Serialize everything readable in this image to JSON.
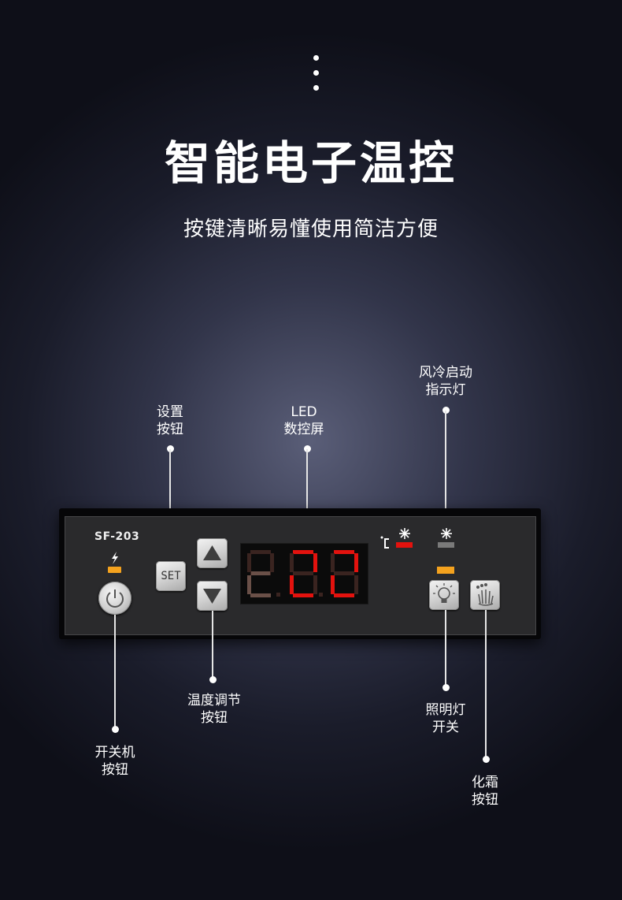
{
  "header": {
    "title": "智能电子温控",
    "subtitle": "按键清晰易懂使用简洁方便"
  },
  "panel": {
    "model": "SF-203",
    "set_label": "SET",
    "display_digits": [
      "",
      "",
      ""
    ],
    "unit": "℃",
    "power_led_color": "#f4a21e",
    "light_led_color": "#f4a21e",
    "display_color": "#e3120e"
  },
  "callouts": {
    "set": [
      "设置",
      "按钮"
    ],
    "led": [
      "LED",
      "数控屏"
    ],
    "fan": [
      "风冷启动",
      "指示灯"
    ],
    "temp": [
      "温度调节",
      "按钮"
    ],
    "power": [
      "开关机",
      "按钮"
    ],
    "light": [
      "照明灯",
      "开关"
    ],
    "defrost": [
      "化霜",
      "按钮"
    ]
  },
  "icons": {
    "power": "power-icon",
    "up": "arrow-up-icon",
    "down": "arrow-down-icon",
    "light": "lightbulb-icon",
    "defrost": "defrost-hand-icon",
    "fan": "snowflake-icon",
    "bolt": "lightning-icon"
  }
}
